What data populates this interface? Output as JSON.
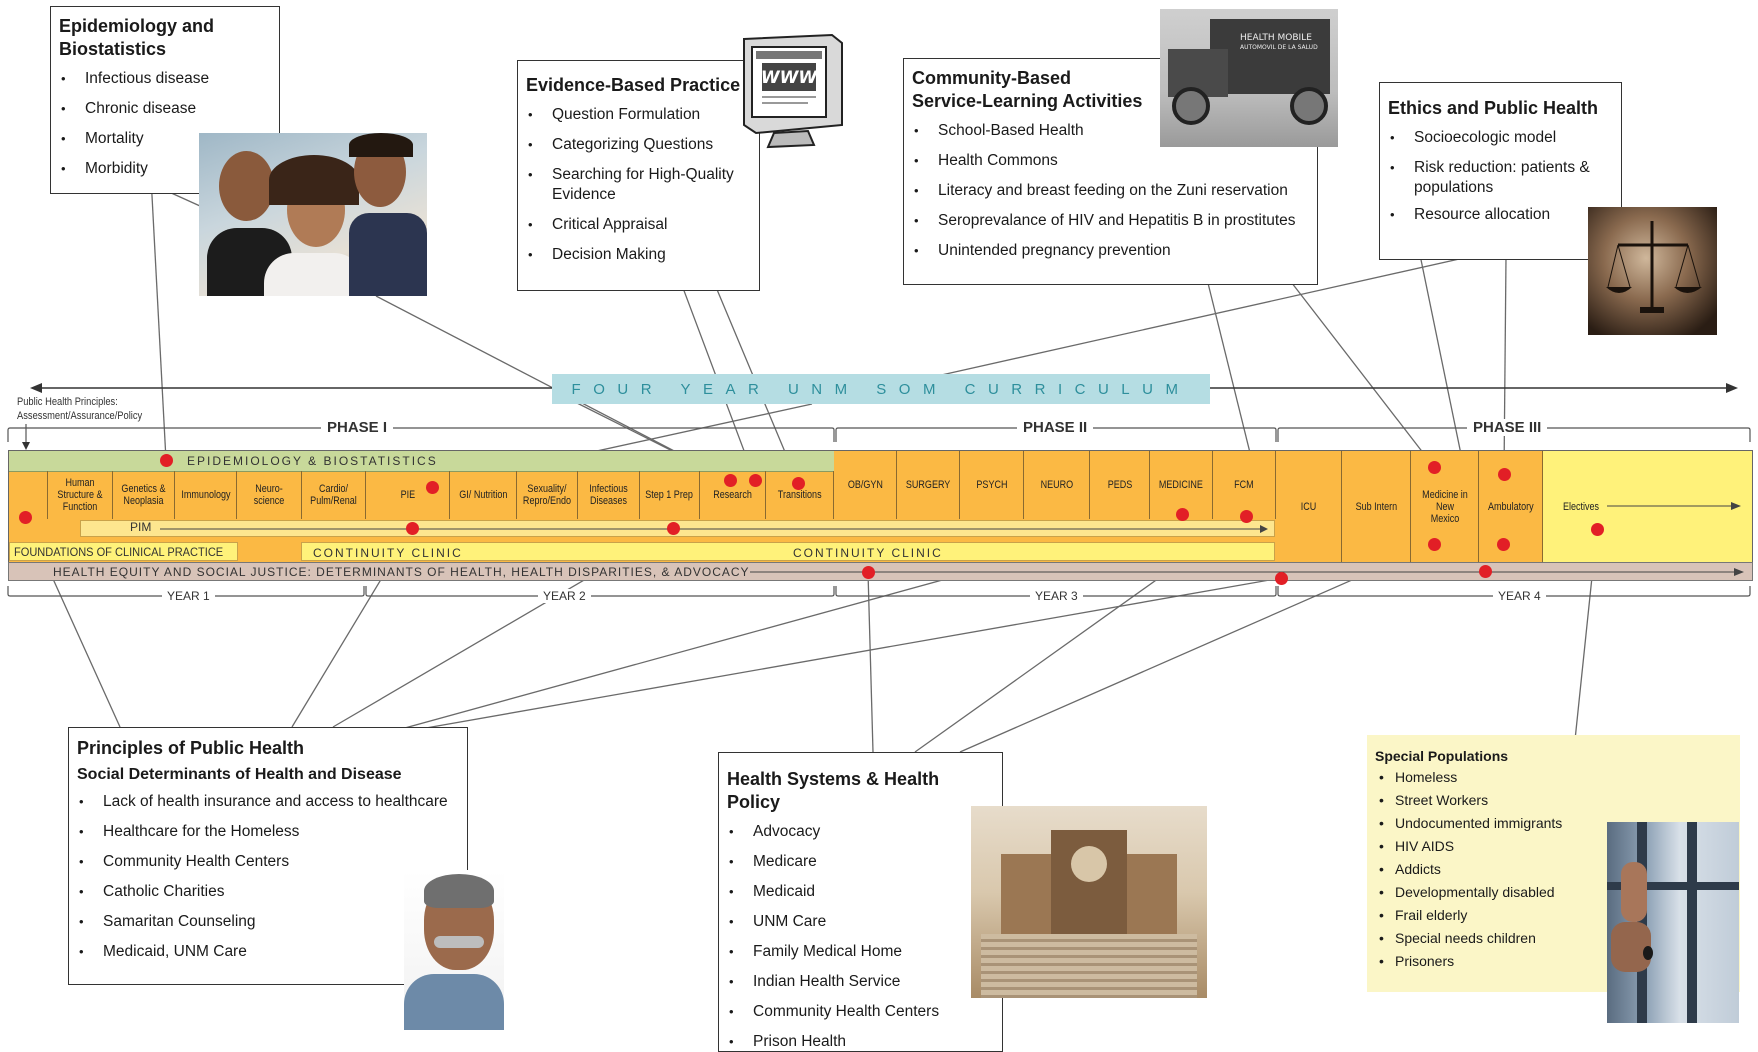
{
  "curriculum_banner": "FOUR YEAR UNM SOM CURRICULUM",
  "principles_note": [
    "Public Health Principles:",
    "Assessment/Assurance/Policy"
  ],
  "phases": [
    "PHASE I",
    "PHASE II",
    "PHASE III"
  ],
  "years": [
    "YEAR 1",
    "YEAR 2",
    "YEAR 3",
    "YEAR 4"
  ],
  "bands": {
    "epi": "EPIDEMIOLOGY & BIOSTATISTICS",
    "pim": "PIM",
    "foundations": "FOUNDATIONS OF CLINICAL PRACTICE",
    "continuity1": "CONTINUITY CLINIC",
    "continuity2": "CONTINUITY CLINIC",
    "equity": "HEALTH EQUITY AND SOCIAL JUSTICE: DETERMINANTS OF HEALTH, HEALTH DISPARITIES, & ADVOCACY"
  },
  "courses": [
    "",
    "Human Structure & Function",
    "Genetics & Neoplasia",
    "Immunology",
    "Neuro-science",
    "Cardio/ Pulm/Renal",
    "PIE",
    "GI/ Nutrition",
    "Sexuality/ Repro/Endo",
    "Infectious Diseases",
    "Step 1 Prep",
    "Research",
    "Transitions",
    "OB/GYN",
    "SURGERY",
    "PSYCH",
    "NEURO",
    "PEDS",
    "MEDICINE",
    "FCM",
    "ICU",
    "Sub Intern",
    "Medicine in New Mexico",
    "Ambulatory",
    "Electives"
  ],
  "boxes": {
    "epidemiology": {
      "title": [
        "Epidemiology and",
        "Biostatistics"
      ],
      "items": [
        "Infectious disease",
        "Chronic disease",
        "Mortality",
        "Morbidity"
      ]
    },
    "evidence": {
      "title": "Evidence-Based Practice",
      "items": [
        "Question Formulation",
        "Categorizing Questions",
        "Searching for High-Quality Evidence",
        "Critical Appraisal",
        "Decision Making"
      ]
    },
    "community": {
      "title": [
        "Community-Based",
        "Service-Learning Activities"
      ],
      "items": [
        "School-Based Health",
        "Health Commons",
        "Literacy and breast feeding on the Zuni reservation",
        "Seroprevalance of HIV and Hepatitis B in prostitutes",
        "Unintended pregnancy prevention"
      ]
    },
    "ethics": {
      "title": "Ethics and Public Health",
      "items": [
        "Socioecologic model",
        "Risk reduction: patients & populations",
        "Resource allocation"
      ]
    },
    "principles": {
      "title": "Principles of Public Health",
      "subtitle": "Social Determinants of Health and Disease",
      "items": [
        "Lack of health insurance and access to healthcare",
        "Healthcare for the Homeless",
        "Community Health Centers",
        "Catholic Charities",
        "Samaritan Counseling",
        "Medicaid, UNM Care"
      ]
    },
    "systems": {
      "title": "Health Systems & Health Policy",
      "items": [
        "Advocacy",
        "Medicare",
        "Medicaid",
        "UNM Care",
        "Family Medical Home",
        "Indian Health Service",
        "Community Health Centers",
        "Prison Health"
      ]
    },
    "special": {
      "title": "Special Populations",
      "items": [
        "Homeless",
        "Street Workers",
        "Undocumented immigrants",
        "HIV AIDS",
        "Addicts",
        "Developmentally disabled",
        "Frail elderly",
        "Special needs children",
        "Prisoners"
      ]
    }
  },
  "photo_text": {
    "truck": [
      "HEALTH MOBILE",
      "AUTOMOVIL DE LA SALUD"
    ],
    "monitor": "WWW"
  },
  "colors": {
    "orange": "#fbb944",
    "yellow": "#fff27a",
    "epi_green": "#c8d99a",
    "equity_band": "#d8c3b8",
    "dot_red": "#e21f26",
    "banner": "#b5dde3",
    "banner_text": "#2e8f9c",
    "special_bg": "#fbf6c7"
  }
}
